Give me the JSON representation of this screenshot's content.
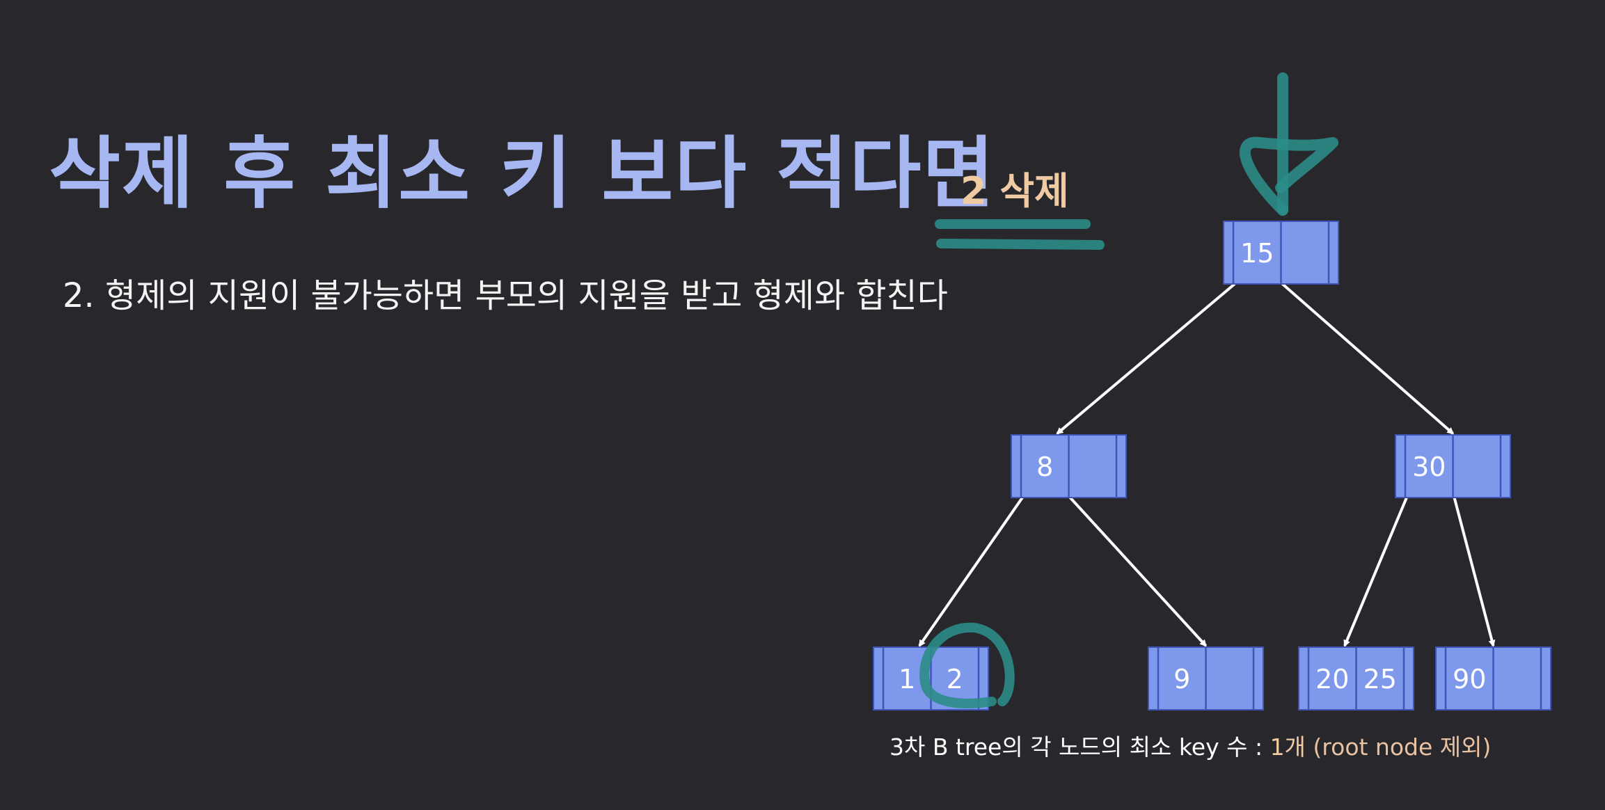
{
  "slide": {
    "title": "삭제 후 최소 키 보다 적다면",
    "subtitle": "2. 형제의 지원이 불가능하면 부모의 지원을 받고 형제와 합친다",
    "annotation": "2 삭제"
  },
  "footnote": {
    "prefix": "3차 B tree의 각 노드의 최소 key 수 : ",
    "count": "1개",
    "suffix": " (root node 제외)"
  },
  "colors": {
    "background": "#28272b",
    "title": "#a6b7f2",
    "node_fill": "#7e98ec",
    "node_border": "#3f55b8",
    "annotation": "#f0caa3",
    "ink": "#2b8c87"
  },
  "tree": {
    "order": 3,
    "nodes": [
      {
        "id": "root",
        "keys": [
          "15",
          ""
        ],
        "children": [
          "n8",
          "n30"
        ]
      },
      {
        "id": "n8",
        "keys": [
          "8",
          ""
        ],
        "children": [
          "l12",
          "l9"
        ]
      },
      {
        "id": "n30",
        "keys": [
          "30",
          ""
        ],
        "children": [
          "l2025",
          "l90"
        ]
      },
      {
        "id": "l12",
        "keys": [
          "1",
          "2"
        ],
        "children": []
      },
      {
        "id": "l9",
        "keys": [
          "9",
          ""
        ],
        "children": []
      },
      {
        "id": "l2025",
        "keys": [
          "20",
          "25"
        ],
        "children": []
      },
      {
        "id": "l90",
        "keys": [
          "90",
          ""
        ],
        "children": []
      }
    ],
    "deleted_key": "2"
  }
}
